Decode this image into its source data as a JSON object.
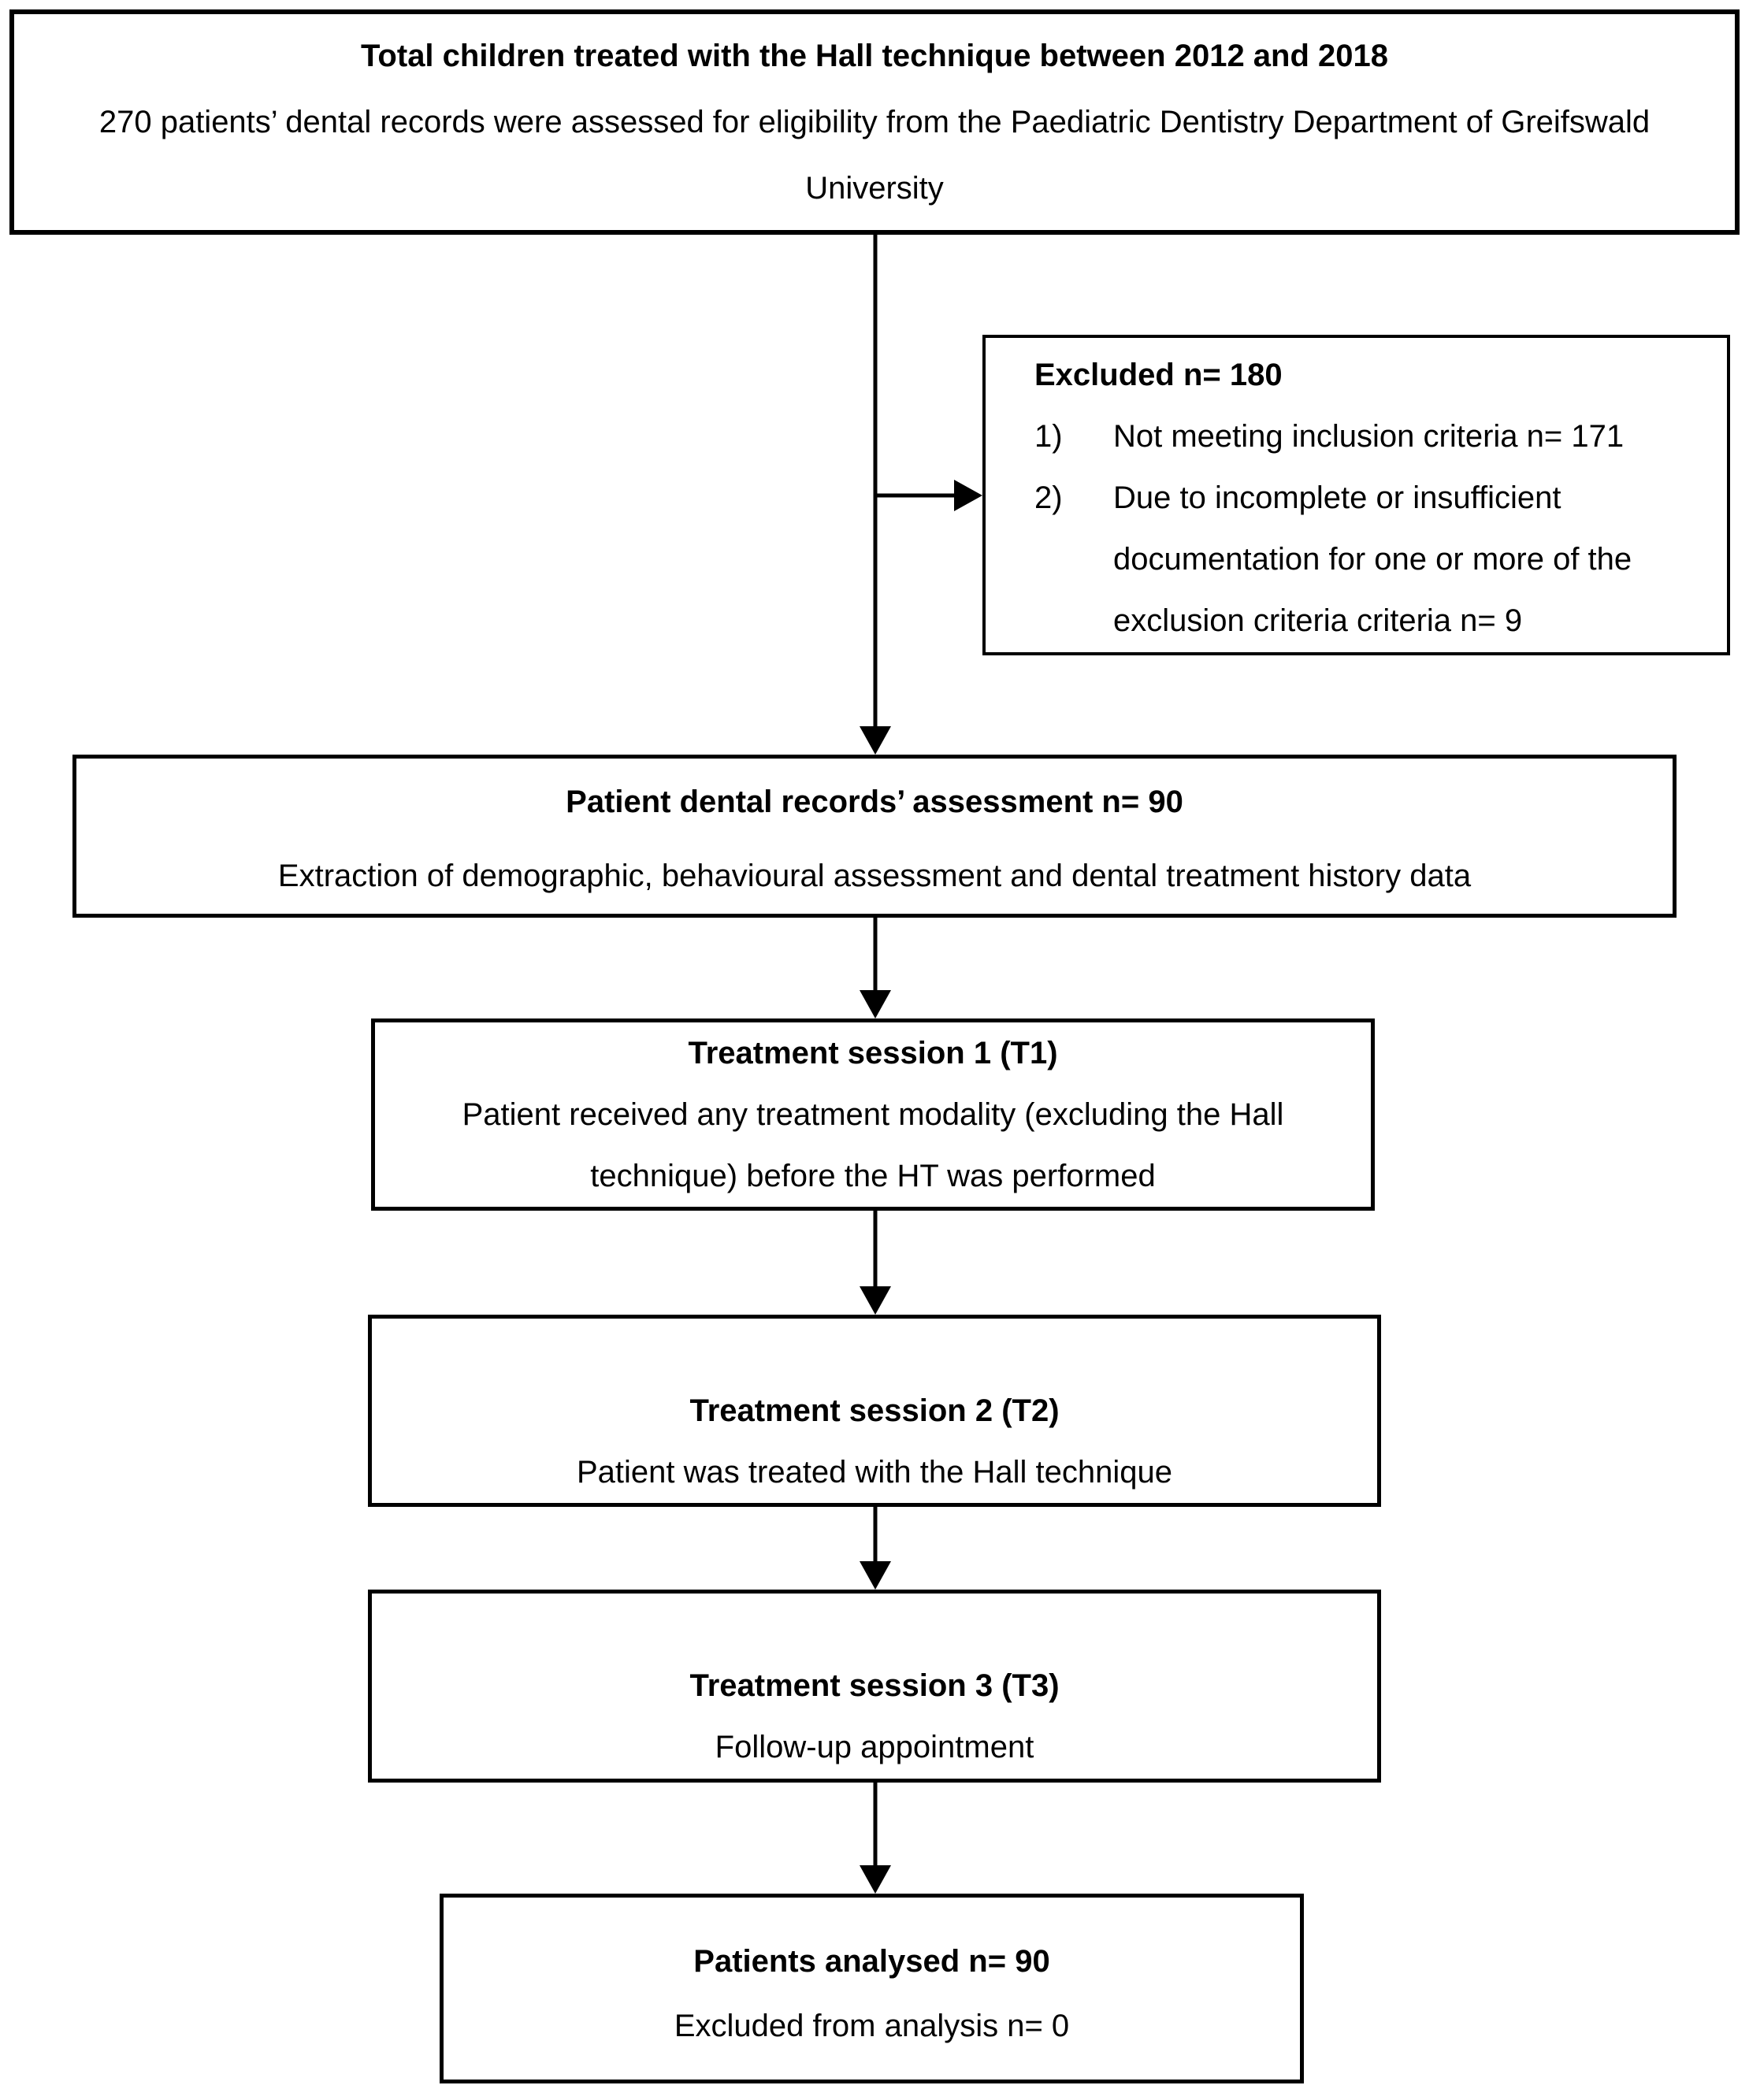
{
  "diagram": {
    "colors": {
      "line": "#000000",
      "background": "#ffffff",
      "text": "#000000"
    },
    "total": {
      "title": "Total children treated with the Hall technique between 2012 and 2018",
      "body": "270 patients’ dental records were assessed for eligibility from the Paediatric Dentistry Department of Greifswald University"
    },
    "excluded": {
      "title": "Excluded n= 180",
      "items": [
        {
          "label": "1)",
          "text": "Not meeting inclusion criteria n= 171"
        },
        {
          "label": "2)",
          "text": "Due to incomplete or insufficient documentation for one or more of the exclusion criteria criteria n= 9"
        }
      ]
    },
    "assessment": {
      "title": "Patient dental records’ assessment n= 90",
      "body": "Extraction of demographic, behavioural assessment and dental treatment history data"
    },
    "session1": {
      "title": "Treatment session 1 (T1)",
      "body": "Patient received any treatment modality (excluding the Hall technique) before the HT was performed"
    },
    "session2": {
      "title": "Treatment session 2 (T2)",
      "body": "Patient was treated with the Hall technique"
    },
    "session3": {
      "title": "Treatment session 3 (T3)",
      "body": "Follow-up appointment"
    },
    "analysed": {
      "title": "Patients analysed n= 90",
      "body": "Excluded from analysis n= 0"
    }
  }
}
